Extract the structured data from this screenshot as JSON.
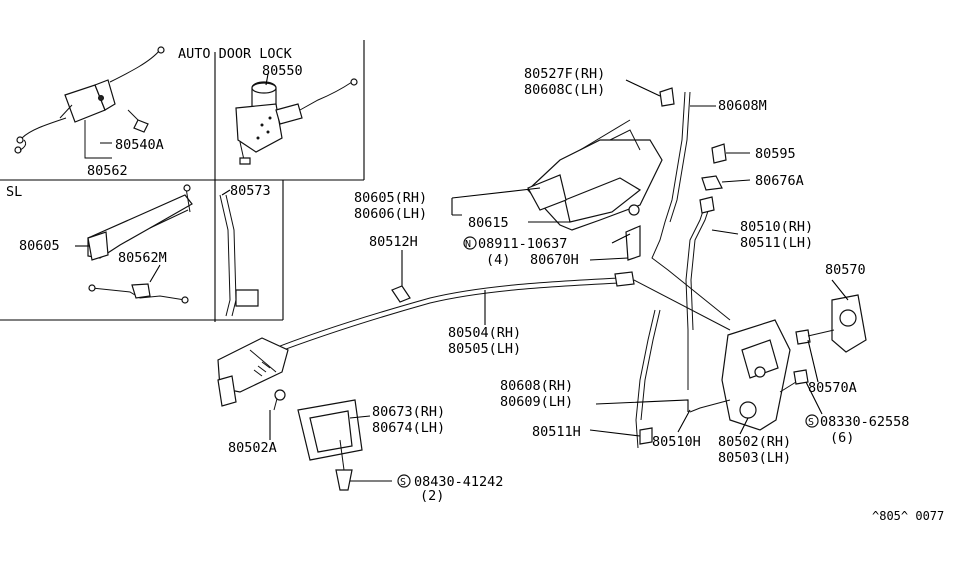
{
  "sections": {
    "auto_door_lock": "AUTO DOOR LOCK",
    "sl": "SL"
  },
  "labels": {
    "p80550": "80550",
    "p80540A": "80540A",
    "p80562": "80562",
    "p80573": "80573",
    "p80605_sl": "80605",
    "p80562M": "80562M",
    "p80512H": "80512H",
    "p80527F": "80527F(RH)",
    "p80608C": "80608C(LH)",
    "p80608M": "80608M",
    "p80595": "80595",
    "p80676A": "80676A",
    "p80605": "80605(RH)",
    "p80606": "80606(LH)",
    "p80615": "80615",
    "n08911": "08911-10637",
    "n08911_qty": "(4)",
    "p80670H": "80670H",
    "p80510": "80510(RH)",
    "p80511": "80511(LH)",
    "p80570": "80570",
    "p80504": "80504(RH)",
    "p80505": "80505(LH)",
    "p80570A": "80570A",
    "p80608": "80608(RH)",
    "p80609": "80609(LH)",
    "p80511H": "80511H",
    "p80510H": "80510H",
    "p80502": "80502(RH)",
    "p80503": "80503(LH)",
    "s08330": "08330-62558",
    "s08330_qty": "(6)",
    "p80673": "80673(RH)",
    "p80674": "80674(LH)",
    "p80502A": "80502A",
    "s08430": "08430-41242",
    "s08430_qty": "(2)",
    "ref_code": "^805^ 0077"
  },
  "symbols": {
    "nut": "N",
    "screw": "S"
  }
}
